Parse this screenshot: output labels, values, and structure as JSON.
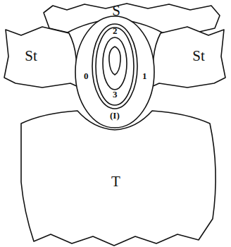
{
  "diagram": {
    "nodes": [
      {
        "text": [
          "S"
        ]
      },
      {
        "text": [
          "St"
        ]
      },
      {
        "text": [
          "St"
        ]
      },
      {
        "text": [
          "T"
        ]
      }
    ],
    "labels": [
      "0",
      "1",
      "(I)",
      "2",
      "3"
    ]
  }
}
